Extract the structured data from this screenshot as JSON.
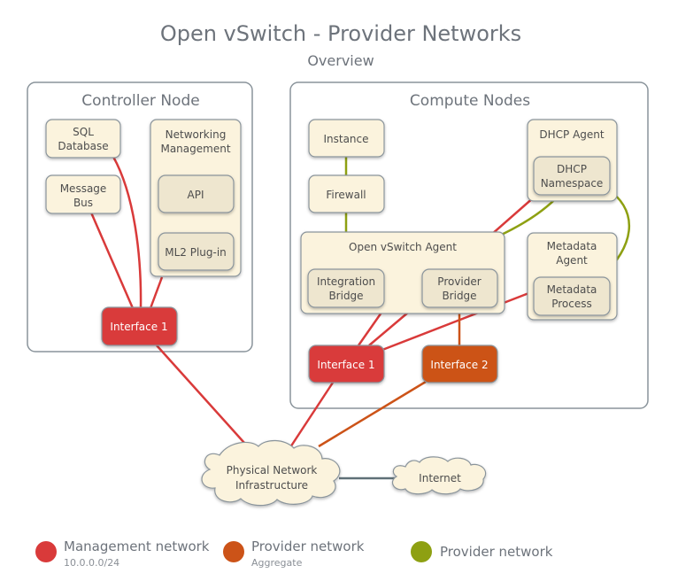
{
  "title": "Open vSwitch - Provider Networks",
  "subtitle": "Overview",
  "controller_node": {
    "title": "Controller Node",
    "sql_database": [
      "SQL",
      "Database"
    ],
    "message_bus": [
      "Message",
      "Bus"
    ],
    "networking_management": [
      "Networking",
      "Management"
    ],
    "api": "API",
    "ml2_plugin": "ML2 Plug-in",
    "interface1": "Interface 1"
  },
  "compute_nodes": {
    "title": "Compute Nodes",
    "instance": "Instance",
    "firewall": "Firewall",
    "ovs_agent": "Open vSwitch Agent",
    "integration_bridge": [
      "Integration",
      "Bridge"
    ],
    "provider_bridge": [
      "Provider",
      "Bridge"
    ],
    "dhcp_agent": "DHCP Agent",
    "dhcp_namespace": [
      "DHCP",
      "Namespace"
    ],
    "metadata_agent": [
      "Metadata",
      "Agent"
    ],
    "metadata_process": [
      "Metadata",
      "Process"
    ],
    "interface1": "Interface 1",
    "interface2": "Interface 2"
  },
  "physical_network": [
    "Physical Network",
    "Infrastructure"
  ],
  "internet": "Internet",
  "legend": [
    {
      "label": "Management network",
      "sub": "10.0.0.0/24",
      "color": "#d93a3a"
    },
    {
      "label": "Provider network",
      "sub": "Aggregate",
      "color": "#cc5318"
    },
    {
      "label": "Provider network",
      "sub": "",
      "color": "#8ea012"
    }
  ],
  "colors": {
    "management": "#d93a3a",
    "provider": "#cc5318",
    "provider_vlan": "#8ea012",
    "internet_link": "#5f7077",
    "box_fill": "#fbf3dd",
    "inner_fill": "#eee6cf",
    "border": "#8a949b"
  }
}
